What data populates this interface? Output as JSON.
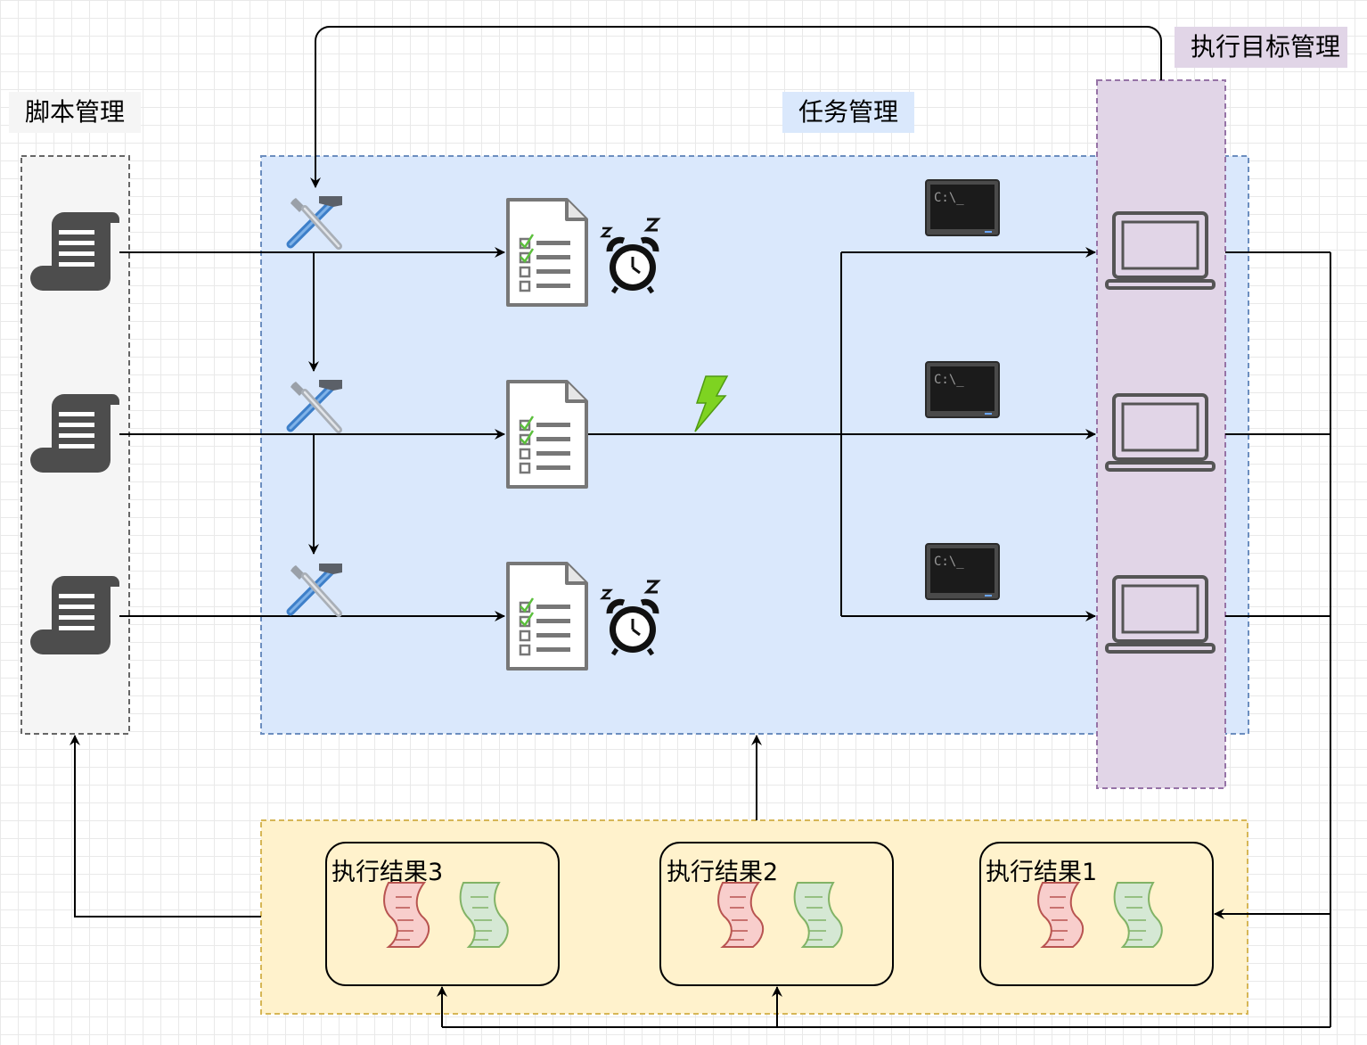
{
  "groups": {
    "script_mgmt": "脚本管理",
    "task_mgmt": "任务管理",
    "target_mgmt": "执行目标管理"
  },
  "results": [
    {
      "label": "执行结果3"
    },
    {
      "label": "执行结果2"
    },
    {
      "label": "执行结果1"
    }
  ],
  "colors": {
    "script_fill": "#f5f5f5",
    "script_border": "#666666",
    "task_fill": "#dae8fc",
    "task_border": "#6c8ebf",
    "target_fill": "#e1d5e7",
    "target_border": "#9673a6",
    "result_fill": "#fff2cc",
    "result_border": "#d6b656",
    "red_doc": "#f8cecc",
    "green_doc": "#d5e8d4"
  },
  "icons": [
    "script-scroll-icon",
    "tools-icon",
    "task-list-icon",
    "alarm-clock-icon",
    "lightning-icon",
    "terminal-icon",
    "laptop-icon",
    "log-doc-icon"
  ]
}
